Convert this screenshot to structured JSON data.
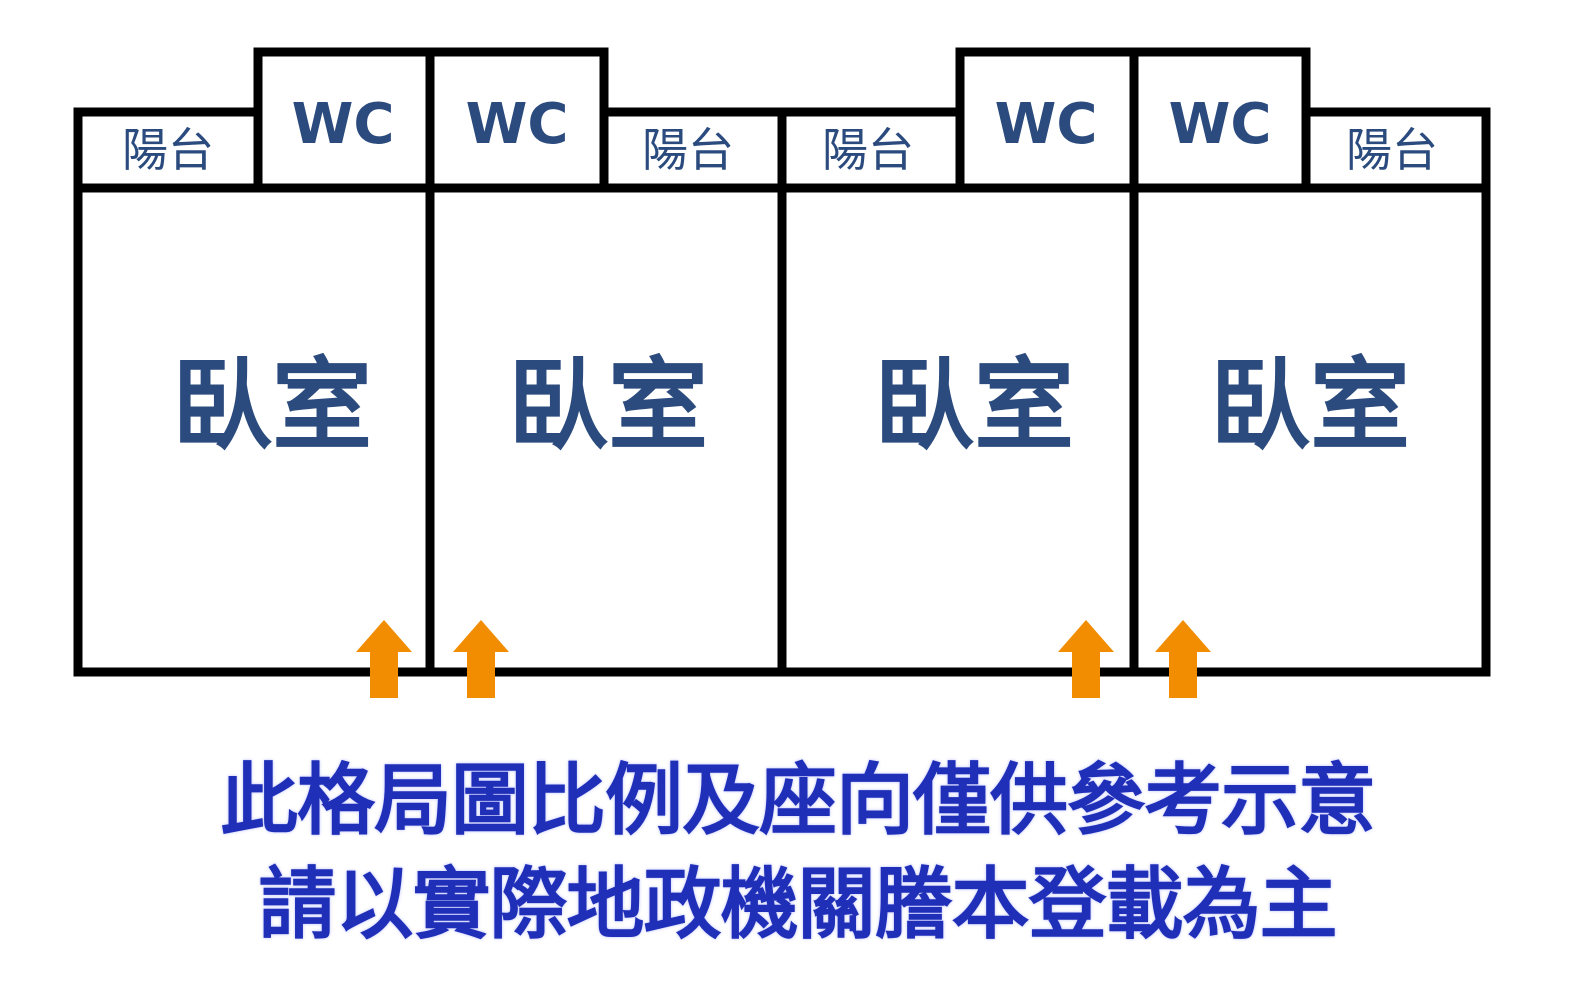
{
  "plan": {
    "colors": {
      "wall": "#000000",
      "label": "#2b4b7e",
      "arrow": "#f28c00",
      "caption": "#1f2fb8"
    },
    "units": [
      {
        "balcony": "陽台",
        "wc": "WC",
        "bedroom": "臥室"
      },
      {
        "balcony": "陽台",
        "wc": "WC",
        "bedroom": "臥室"
      },
      {
        "balcony": "陽台",
        "wc": "WC",
        "bedroom": "臥室"
      },
      {
        "balcony": "陽台",
        "wc": "WC",
        "bedroom": "臥室"
      }
    ],
    "arrow_icon": "up-arrow-icon"
  },
  "caption": {
    "line1": "此格局圖比例及座向僅供參考示意",
    "line2": "請以實際地政機關謄本登載為主"
  }
}
